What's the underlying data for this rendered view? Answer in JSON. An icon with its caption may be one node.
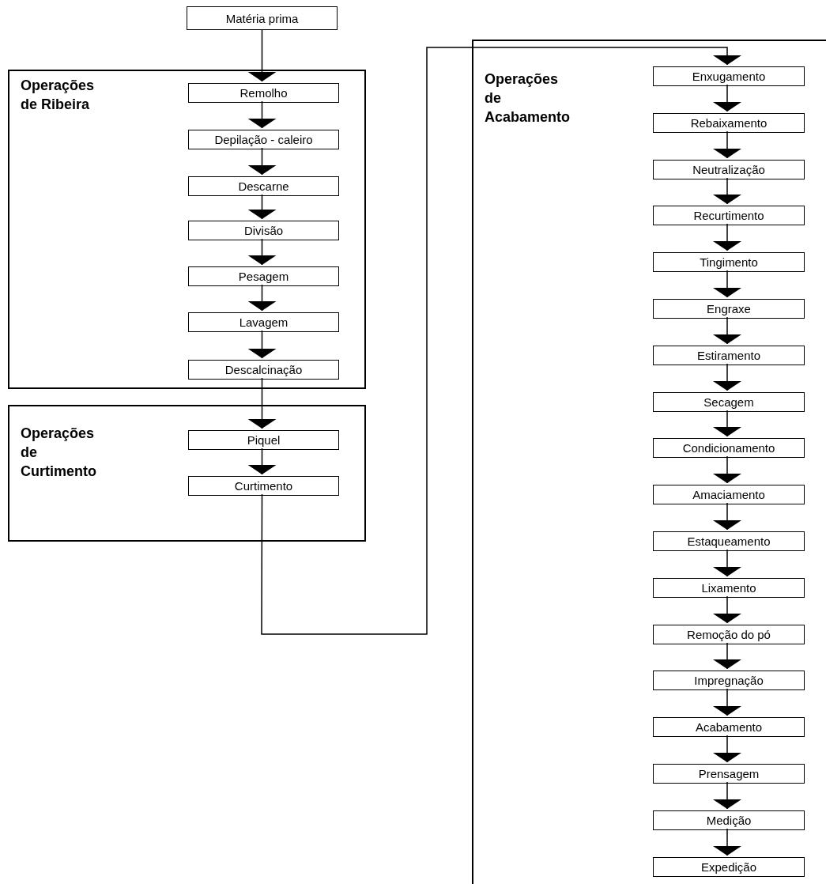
{
  "diagram": {
    "nodes": [
      {
        "text": [
          "Matéria prima"
        ]
      },
      {
        "text": [
          "Operações de Ribeira"
        ]
      },
      {
        "text": [
          "Remolho"
        ],
        "in": 1
      },
      {
        "text": [
          "Depilação - caleiro"
        ],
        "in": 1
      },
      {
        "text": [
          "Descarne"
        ],
        "in": 1
      },
      {
        "text": [
          "Divisão"
        ],
        "in": 1
      },
      {
        "text": [
          "Pesagem"
        ],
        "in": 1
      },
      {
        "text": [
          "Lavagem"
        ],
        "in": 1
      },
      {
        "text": [
          "Descalcinação"
        ],
        "in": 1
      },
      {
        "text": [
          "Operações de Curtimento"
        ]
      },
      {
        "text": [
          "Piquel"
        ],
        "in": 9
      },
      {
        "text": [
          "Curtimento"
        ],
        "in": 9
      },
      {
        "text": [
          "Operações de Acabamento"
        ]
      },
      {
        "text": [
          "Enxugamento"
        ],
        "in": 12
      },
      {
        "text": [
          "Rebaixamento"
        ],
        "in": 12
      },
      {
        "text": [
          "Neutralização"
        ],
        "in": 12
      },
      {
        "text": [
          "Recurtimento"
        ],
        "in": 12
      },
      {
        "text": [
          "Tingimento"
        ],
        "in": 12
      },
      {
        "text": [
          "Engraxe"
        ],
        "in": 12
      },
      {
        "text": [
          "Estiramento"
        ],
        "in": 12
      },
      {
        "text": [
          "Secagem"
        ],
        "in": 12
      },
      {
        "text": [
          "Condicionamento"
        ],
        "in": 12
      },
      {
        "text": [
          "Amaciamento"
        ],
        "in": 12
      },
      {
        "text": [
          "Estaqueamento"
        ],
        "in": 12
      },
      {
        "text": [
          "Lixamento"
        ],
        "in": 12
      },
      {
        "text": [
          "Remoção do pó"
        ],
        "in": 12
      },
      {
        "text": [
          "Impregnação"
        ],
        "in": 12
      },
      {
        "text": [
          "Acabamento"
        ],
        "in": 12
      },
      {
        "text": [
          "Prensagem"
        ],
        "in": 12
      },
      {
        "text": [
          "Medição"
        ],
        "in": 12
      },
      {
        "text": [
          "Expedição"
        ],
        "in": 12
      }
    ],
    "edges": [
      {
        "from": 0,
        "to": 2,
        "arrow": "to"
      },
      {
        "from": 2,
        "to": 3,
        "arrow": "to"
      },
      {
        "from": 3,
        "to": 4,
        "arrow": "to"
      },
      {
        "from": 4,
        "to": 5,
        "arrow": "to"
      },
      {
        "from": 5,
        "to": 6,
        "arrow": "to"
      },
      {
        "from": 6,
        "to": 7,
        "arrow": "to"
      },
      {
        "from": 7,
        "to": 8,
        "arrow": "to"
      },
      {
        "from": 8,
        "to": 10,
        "arrow": "to"
      },
      {
        "from": 10,
        "to": 11,
        "arrow": "to"
      },
      {
        "from": 11,
        "to": 13,
        "arrow": "to"
      },
      {
        "from": 13,
        "to": 14,
        "arrow": "to"
      },
      {
        "from": 14,
        "to": 15,
        "arrow": "to"
      },
      {
        "from": 15,
        "to": 16,
        "arrow": "to"
      },
      {
        "from": 16,
        "to": 17,
        "arrow": "to"
      },
      {
        "from": 17,
        "to": 18,
        "arrow": "to"
      },
      {
        "from": 18,
        "to": 19,
        "arrow": "to"
      },
      {
        "from": 19,
        "to": 20,
        "arrow": "to"
      },
      {
        "from": 20,
        "to": 21,
        "arrow": "to"
      },
      {
        "from": 21,
        "to": 22,
        "arrow": "to"
      },
      {
        "from": 22,
        "to": 23,
        "arrow": "to"
      },
      {
        "from": 23,
        "to": 24,
        "arrow": "to"
      },
      {
        "from": 24,
        "to": 25,
        "arrow": "to"
      },
      {
        "from": 25,
        "to": 26,
        "arrow": "to"
      },
      {
        "from": 26,
        "to": 27,
        "arrow": "to"
      },
      {
        "from": 27,
        "to": 28,
        "arrow": "to"
      },
      {
        "from": 28,
        "to": 29,
        "arrow": "to"
      },
      {
        "from": 29,
        "to": 30,
        "arrow": "to"
      }
    ]
  }
}
